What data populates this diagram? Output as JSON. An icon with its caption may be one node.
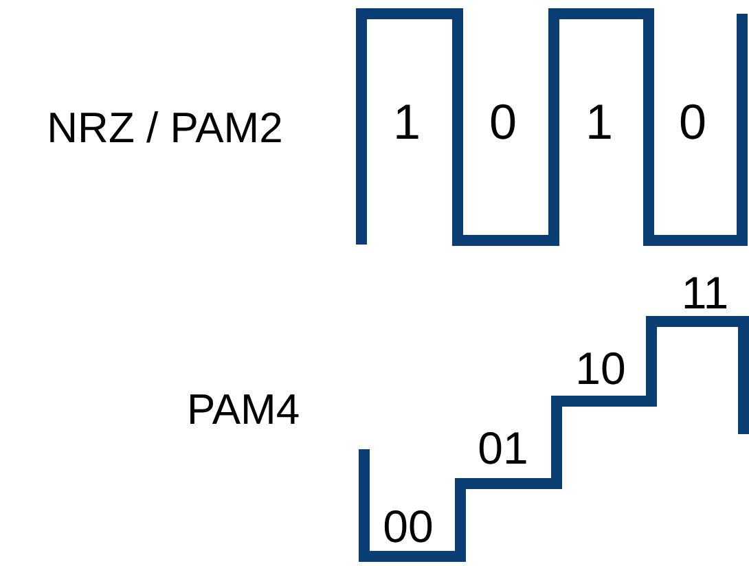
{
  "diagram": {
    "labels": [
      "NRZ / PAM2",
      "1",
      "0",
      "1",
      "0",
      "11",
      "PAM4",
      "10",
      "01",
      "00"
    ]
  }
}
